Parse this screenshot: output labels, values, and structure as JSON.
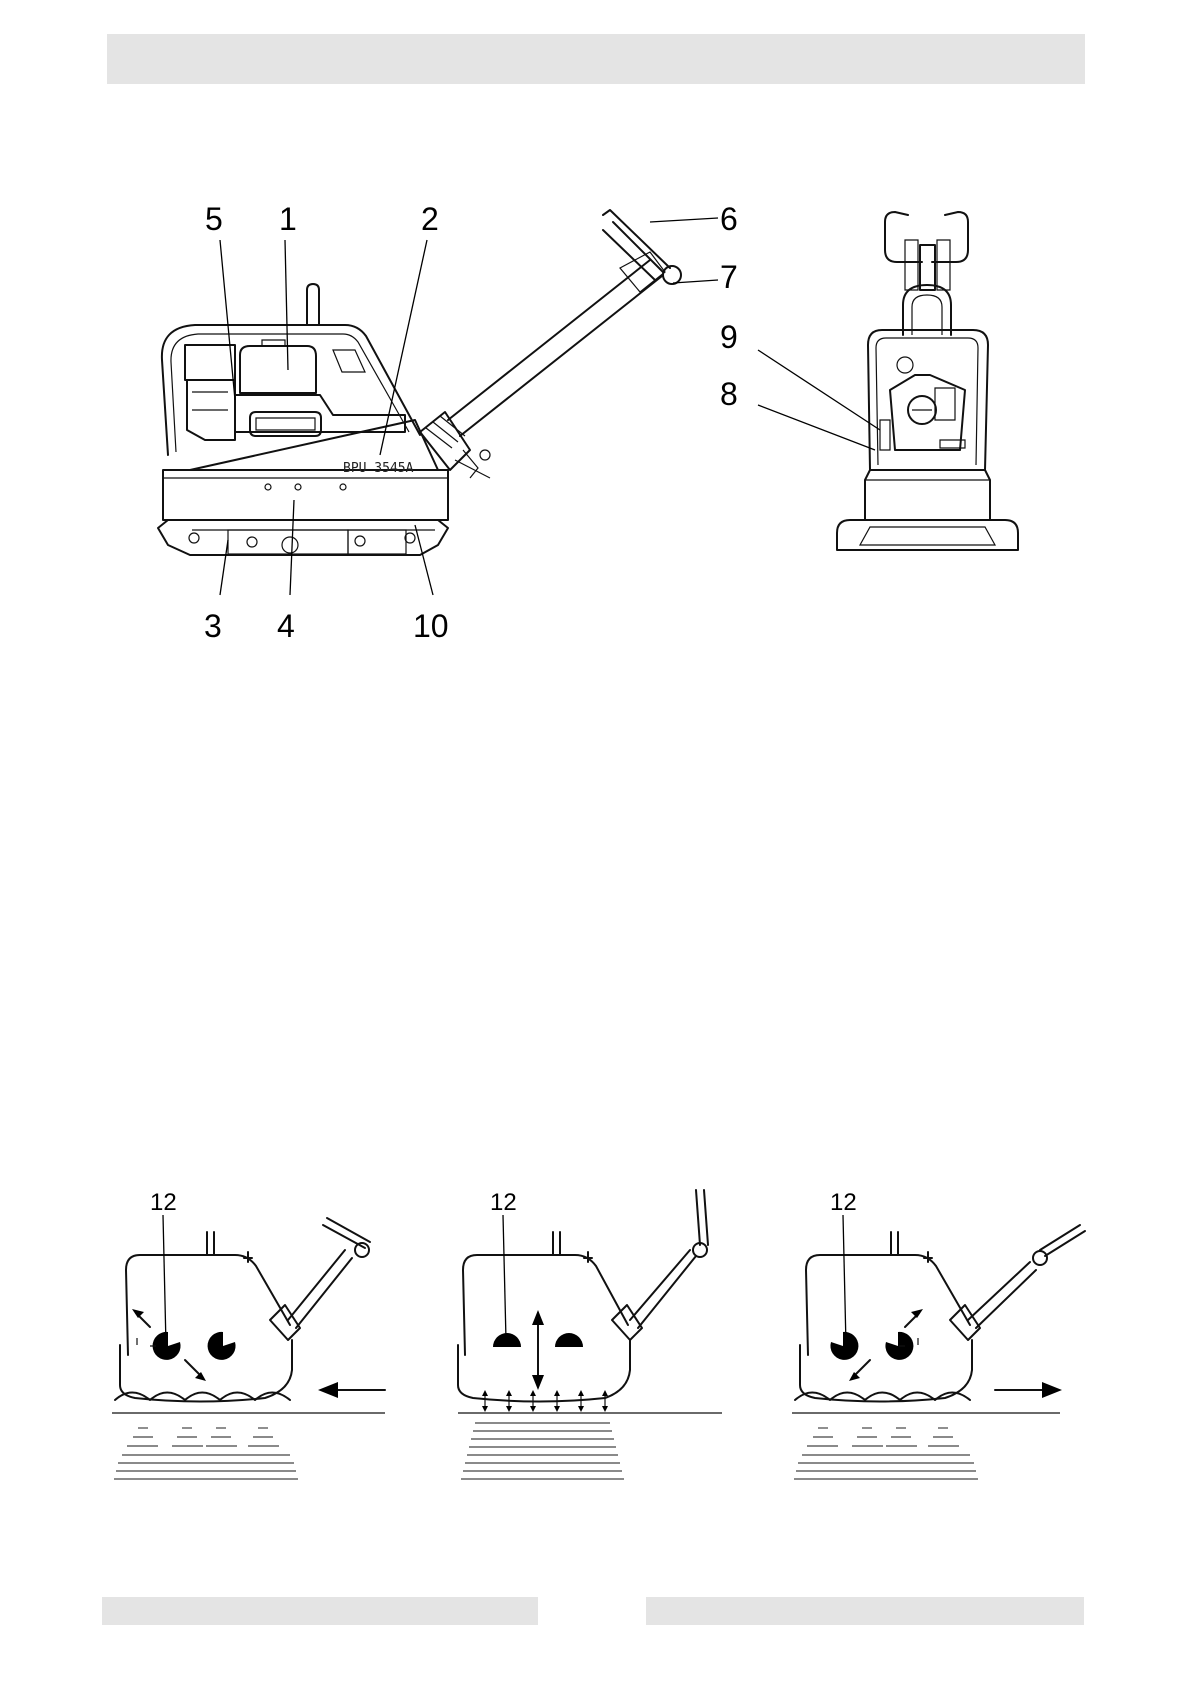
{
  "callouts_side": [
    {
      "id": "5",
      "label": "5"
    },
    {
      "id": "1",
      "label": "1"
    },
    {
      "id": "2",
      "label": "2"
    },
    {
      "id": "6",
      "label": "6"
    },
    {
      "id": "7",
      "label": "7"
    },
    {
      "id": "3",
      "label": "3"
    },
    {
      "id": "4",
      "label": "4"
    },
    {
      "id": "10",
      "label": "10"
    }
  ],
  "callouts_front": [
    {
      "id": "9",
      "label": "9"
    },
    {
      "id": "8",
      "label": "8"
    }
  ],
  "model_plate": "BPU 3545A",
  "operation_diagrams": [
    {
      "id": "reverse",
      "callout": "12"
    },
    {
      "id": "stationary",
      "callout": "12"
    },
    {
      "id": "forward",
      "callout": "12"
    }
  ]
}
